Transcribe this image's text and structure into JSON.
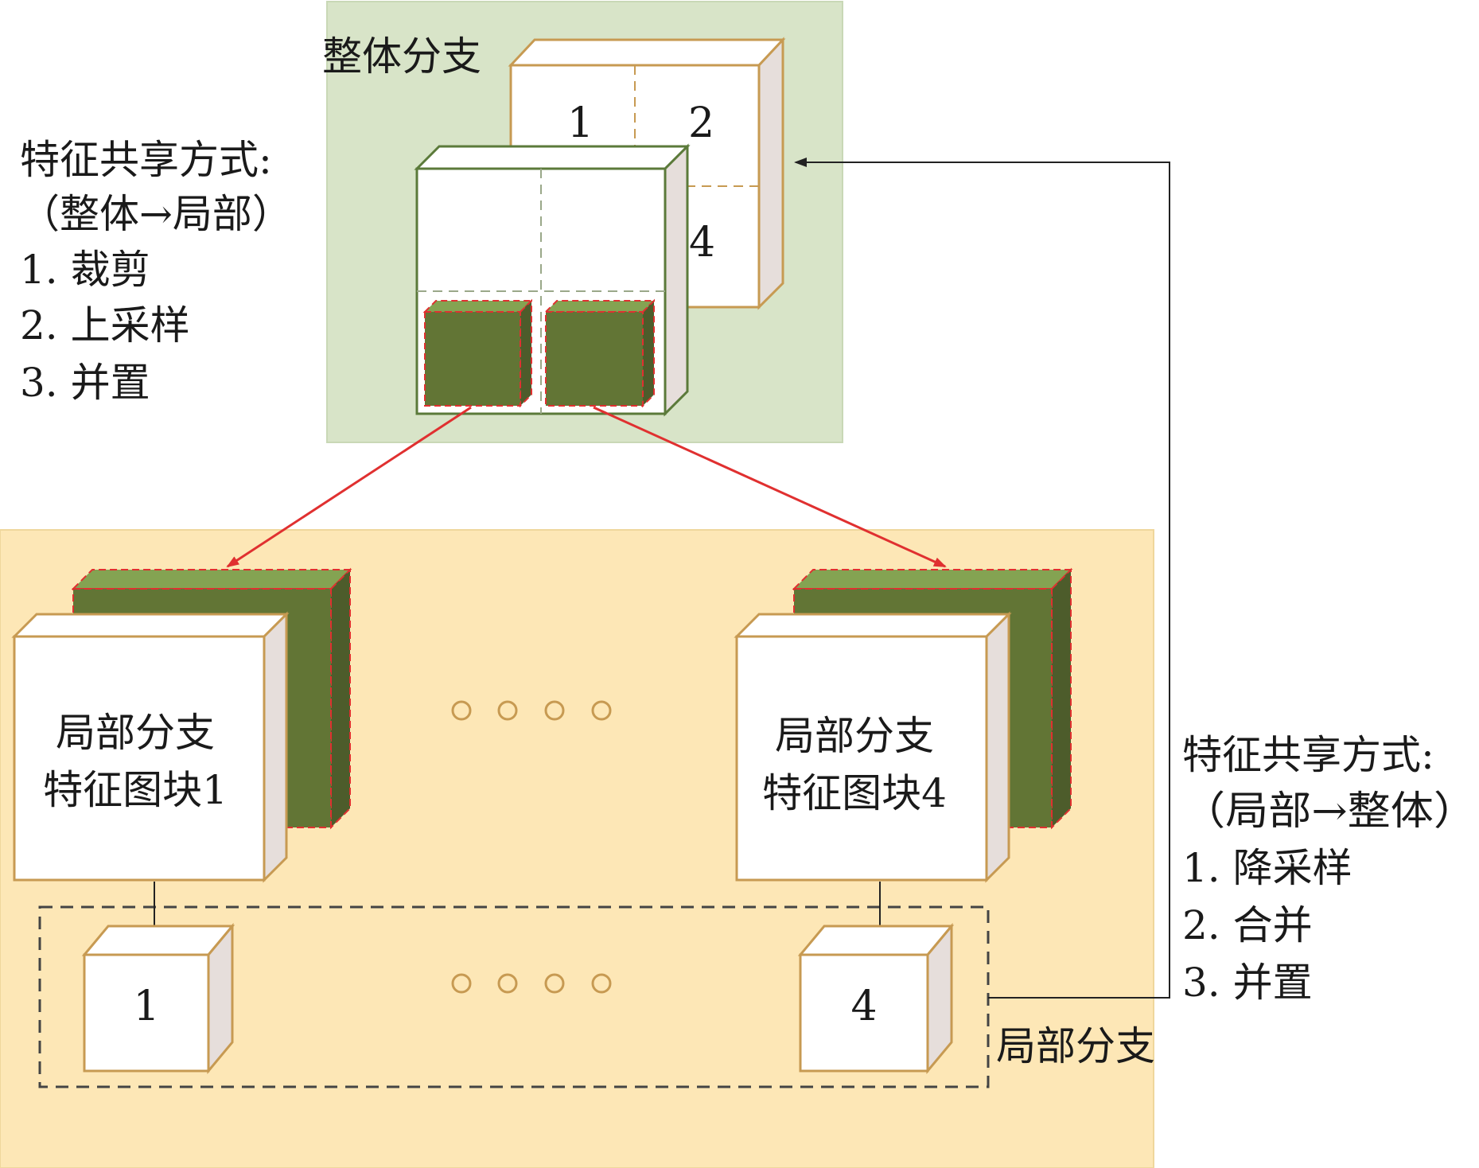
{
  "global_branch": {
    "title": "整体分支",
    "back_block_labels": [
      "1",
      "2",
      "4"
    ]
  },
  "left_note": {
    "title": "特征共享方式:",
    "direction": "（整体→局部）",
    "steps": [
      "1. 裁剪",
      "2. 上采样",
      "3. 并置"
    ]
  },
  "right_note": {
    "title": "特征共享方式:",
    "direction": "（局部→整体）",
    "steps": [
      "1. 降采样",
      "2. 合并",
      "3. 并置"
    ]
  },
  "local_branch": {
    "title": "局部分支",
    "block1": {
      "line1": "局部分支",
      "line2": "特征图块1"
    },
    "block4": {
      "line1": "局部分支",
      "line2": "特征图块4"
    },
    "small_labels": [
      "1",
      "4"
    ]
  },
  "colors": {
    "global_bg": "#d8e4c8",
    "local_bg": "#fde7b6",
    "cube_outline": "#c79a52",
    "green_fill": "#627535",
    "green_top": "#84a352",
    "green_side": "#4d5c2b",
    "green_outline": "#5b7a3a",
    "red_arrow": "#e03030",
    "side_face": "#e6dedb"
  }
}
